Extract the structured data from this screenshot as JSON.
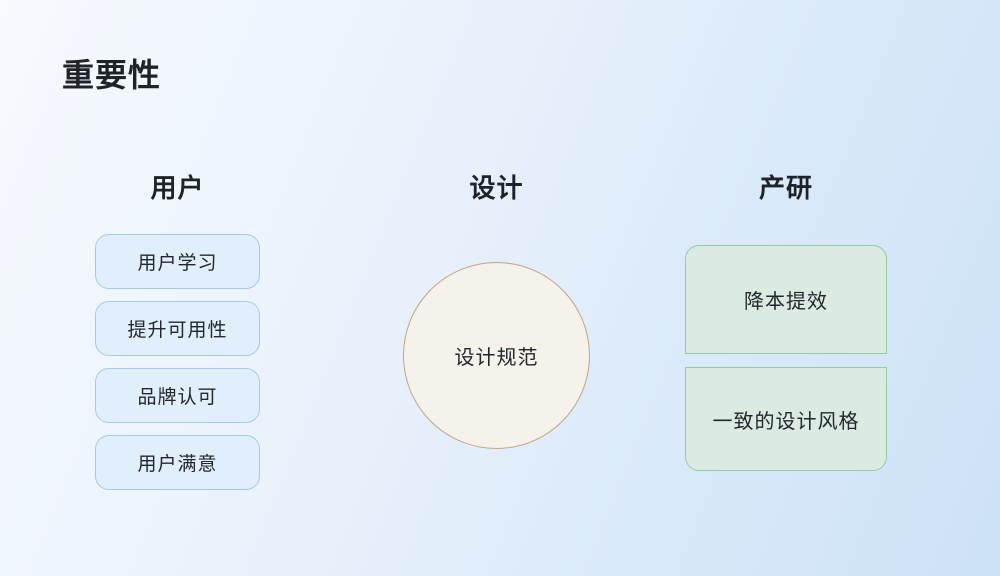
{
  "page": {
    "title": "重要性"
  },
  "columns": [
    {
      "id": "user",
      "heading": "用户",
      "items": [
        "用户学习",
        "提升可用性",
        "品牌认可",
        "用户满意"
      ]
    },
    {
      "id": "design",
      "heading": "设计",
      "circle_label": "设计规范"
    },
    {
      "id": "prod",
      "heading": "产研",
      "items": [
        "降本提效",
        "一致的设计风格"
      ]
    }
  ],
  "colors": {
    "background_gradient_start": "#f7fafe",
    "background_gradient_end": "#cde1f7",
    "text": "#22262c",
    "blue_box_fill": "#e1eefb",
    "blue_box_border": "#a6c7e9",
    "circle_fill": "#f5f2eb",
    "circle_border": "#c2a47f",
    "green_box_fill": "#dbebe1",
    "green_box_border": "#94c9a1"
  }
}
